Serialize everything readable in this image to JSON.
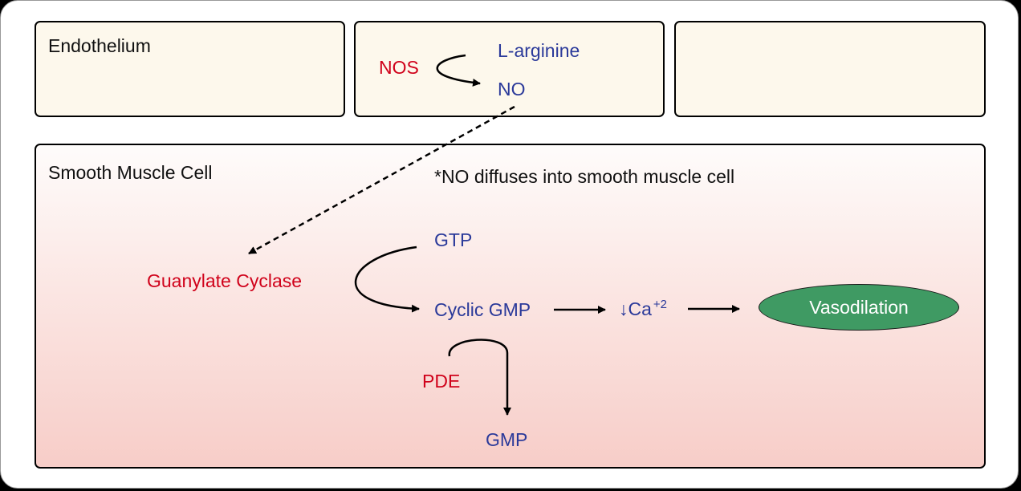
{
  "endothelium_label": "Endothelium",
  "smooth_muscle_label": "Smooth Muscle Cell",
  "diffusion_note": "*NO diffuses into smooth muscle cell",
  "nos": "NOS",
  "l_arginine": "L-arginine",
  "no": "NO",
  "gtp": "GTP",
  "guanylate_cyclase": "Guanylate Cyclase",
  "cyclic_gmp": "Cyclic GMP",
  "calcium": "↓Ca",
  "calcium_charge": "+2",
  "pde": "PDE",
  "gmp": "GMP",
  "vasodilation": "Vasodilation",
  "colors": {
    "enzyme_red": "#d0021b",
    "molecule_blue": "#2b3a9a",
    "vasodilation_green": "#3f9a63",
    "box_cream": "#fdf8ec",
    "cell_pink": "#f7cdc8"
  }
}
